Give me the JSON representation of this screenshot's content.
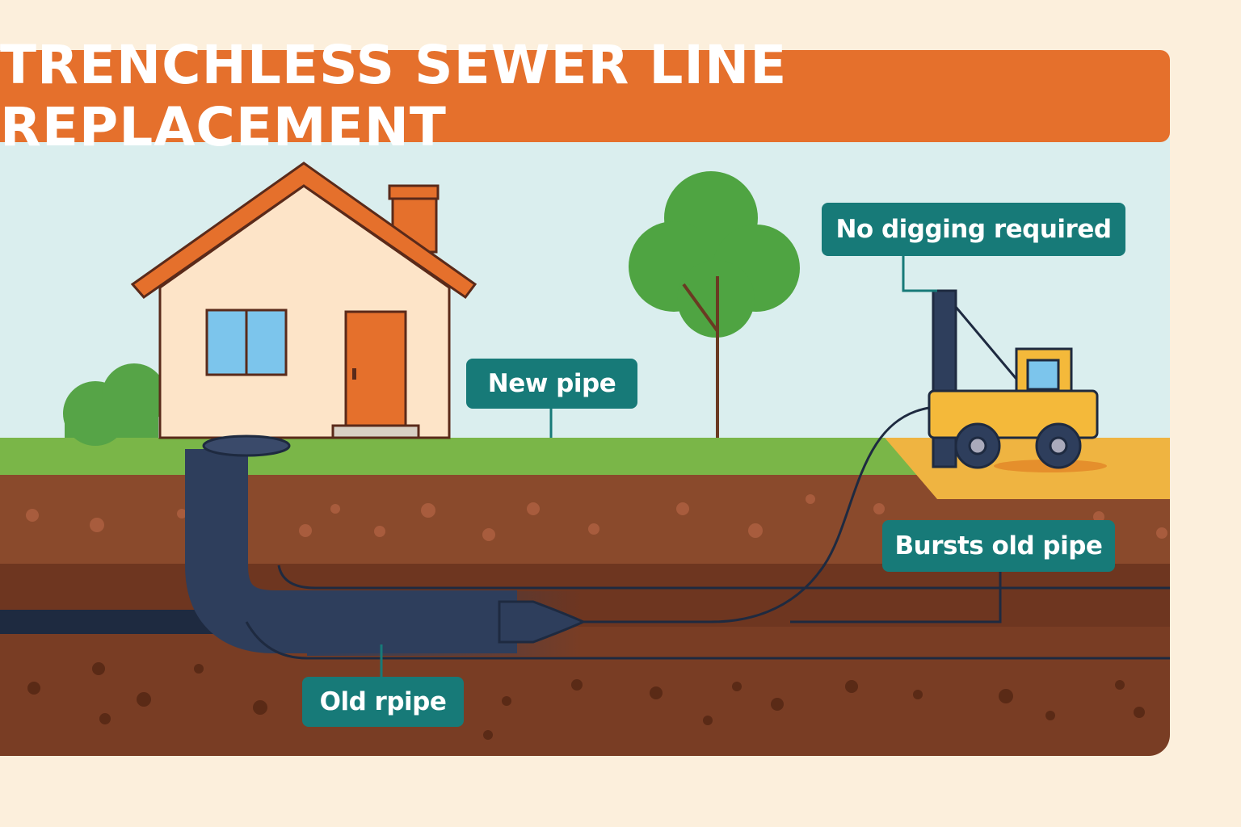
{
  "title": "TRENCHLESS SEWER LINE REPLACEMENT",
  "labels": {
    "new_pipe": "New pipe",
    "no_digging": "No digging required",
    "bursts": "Bursts old pipe",
    "old_pipe": "Old rpipe"
  },
  "colors": {
    "banner": "#e5702c",
    "label": "#177a78",
    "sky": "#daeeee",
    "grass": "#7ab648",
    "soil": "#8a4a2c",
    "pipe": "#2e3e5c"
  }
}
